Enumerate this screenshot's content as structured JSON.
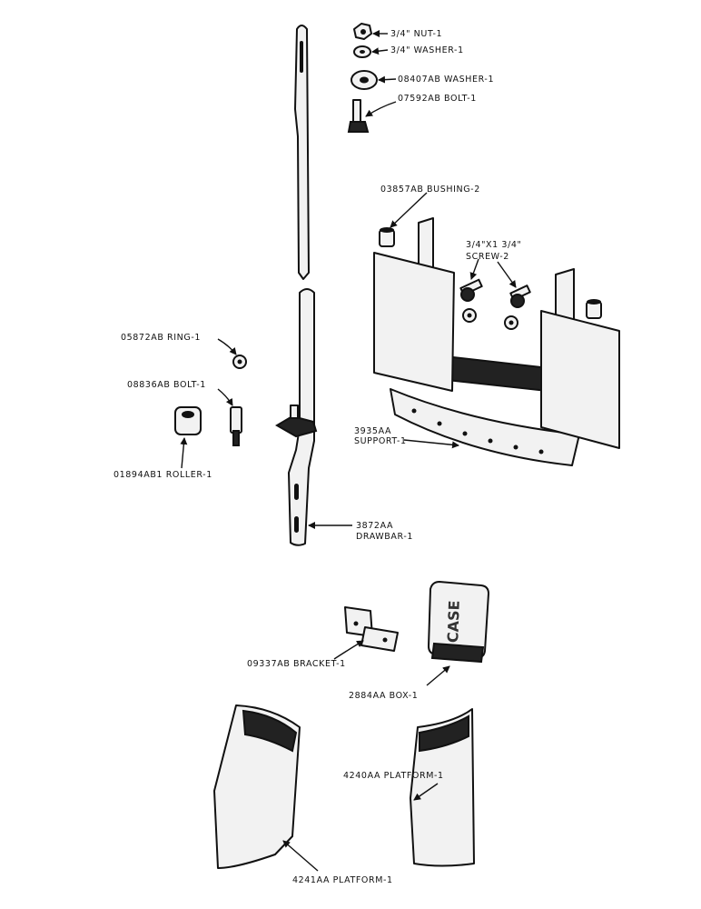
{
  "labels": {
    "nut": "3/4\" NUT-1",
    "washer_small": "3/4\" WASHER-1",
    "washer_large": "08407AB WASHER-1",
    "bolt_top": "07592AB BOLT-1",
    "bushing": "03857AB BUSHING-2",
    "screw_line1": "3/4\"X1 3/4\"",
    "screw_line2": "SCREW-2",
    "ring": "05872AB RING-1",
    "bolt_mid": "08836AB BOLT-1",
    "roller": "01894AB1 ROLLER-1",
    "support_line1": "3935AA",
    "support_line2": "SUPPORT-1",
    "drawbar_line1": "3872AA",
    "drawbar_line2": "DRAWBAR-1",
    "bracket": "09337AB BRACKET-1",
    "box": "2884AA BOX-1",
    "box_brand": "CASE",
    "platform_right": "4240AA PLATFORM-1",
    "platform_left": "4241AA PLATFORM-1"
  }
}
